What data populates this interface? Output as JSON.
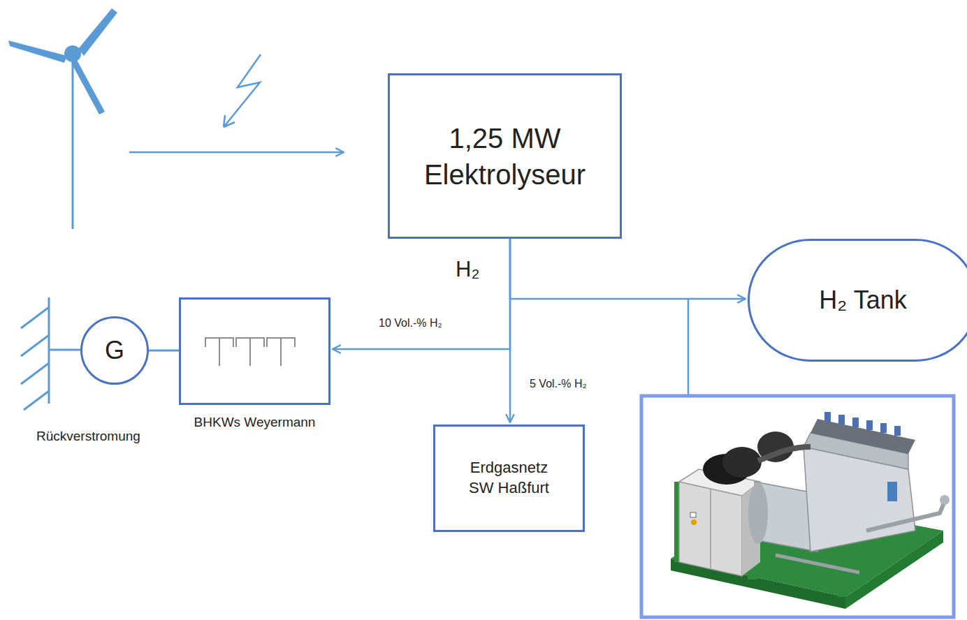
{
  "diagram": {
    "nodes": [
      {
        "text": [
          "1,25 MW Elektrolyseur"
        ]
      },
      {
        "text": [
          "H₂ Tank"
        ]
      },
      {
        "text": [
          "G"
        ]
      },
      {
        "text": [
          "BHKWs Weyermann"
        ]
      },
      {
        "text": [
          "Erdgasnetz SW Haßfurt"
        ]
      }
    ],
    "edges": [
      {
        "from": 0,
        "to": 1,
        "arrow": "to"
      },
      {
        "from": 0,
        "to": 3,
        "label": "10 Vol.-% H₂",
        "arrow": "to"
      },
      {
        "from": 0,
        "to": 4,
        "label": "5 Vol.-% H₂",
        "arrow": "to"
      },
      {
        "from": 2,
        "to": 3,
        "arrow": "none"
      }
    ],
    "labels": [
      "H₂",
      "Rückverstromung"
    ]
  }
}
